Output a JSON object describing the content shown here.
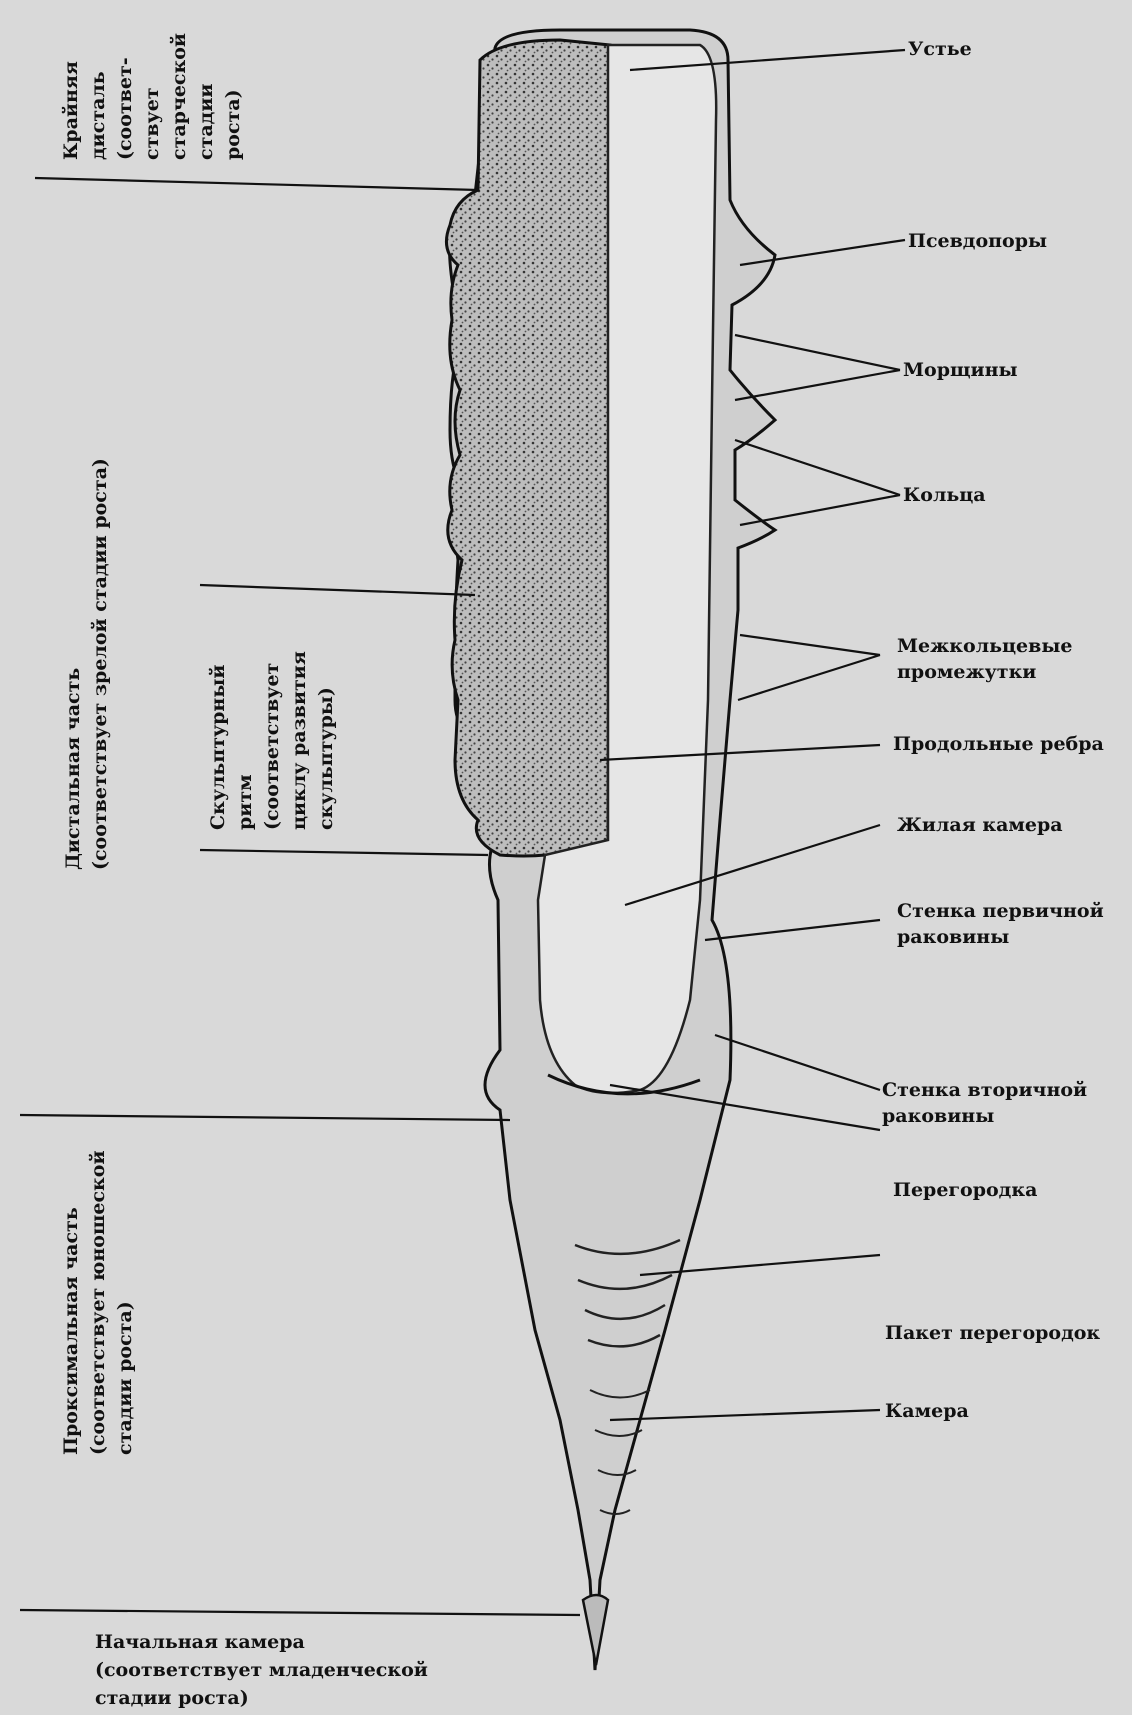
{
  "right_labels": {
    "ustye": "Устье",
    "pseudopory": "Псевдопоры",
    "morshchiny": "Морщины",
    "koltsa": "Кольца",
    "mezhkoltsevye_1": "Межкольцевые",
    "mezhkoltsevye_2": "промежутки",
    "prodolnye": "Продольные ребра",
    "zhilaya": "Жилая камера",
    "stenka1_1": "Стенка первичной",
    "stenka1_2": "раковины",
    "stenka2_1": "Стенка вторичной",
    "stenka2_2": "раковины",
    "peregorodka": "Перегородка",
    "paket": "Пакет перегородок",
    "kamera": "Камера"
  },
  "left_labels": {
    "krainyaya_1": "Крайняя",
    "krainyaya_2": "дисталь",
    "krainyaya_3": "(соответ-",
    "krainyaya_4": "ствует",
    "krainyaya_5": "старческой",
    "krainyaya_6": "стадии",
    "krainyaya_7": "роста)",
    "distalnaya_1": "Дистальная часть",
    "distalnaya_2": "(соответствует зрелой стадии роста)",
    "skulpt_1": "Скульптурный",
    "skulpt_2": "ритм",
    "skulpt_3": "(соответствует",
    "skulpt_4": "циклу развития",
    "skulpt_5": "скульптуры)",
    "proksimalnaya_1": "Проксимальная часть",
    "proksimalnaya_2": "(соответствует юношеской",
    "proksimalnaya_3": "стадии роста)",
    "nachalnaya_1": "Начальная камера",
    "nachalnaya_2": "(соответствует младенческой",
    "nachalnaya_3": "стадии роста)"
  },
  "colors": {
    "background": "#d9d9d9",
    "ink": "#111111",
    "stipple": "#555555"
  }
}
